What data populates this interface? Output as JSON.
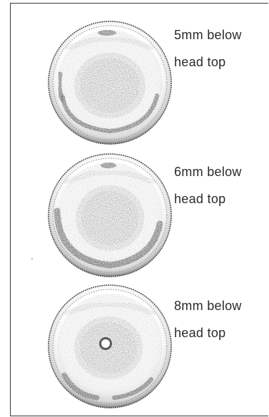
{
  "sections": [
    {
      "line1": "5mm  below",
      "line2": "head  top",
      "hole": false
    },
    {
      "line1": "6mm  below",
      "line2": "head  top",
      "hole": false
    },
    {
      "line1": "8mm  below",
      "line2": "head  top",
      "hole": true
    }
  ]
}
